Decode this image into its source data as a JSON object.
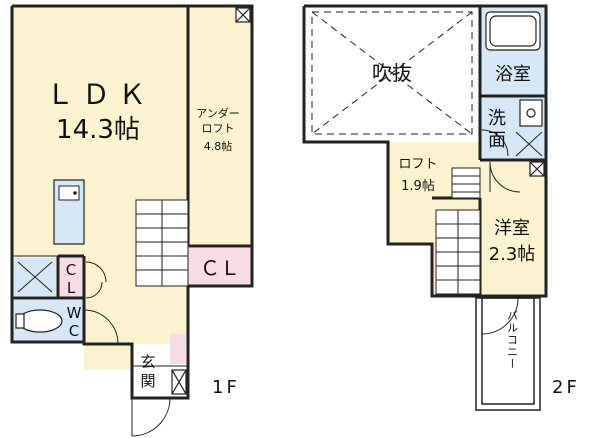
{
  "floor1": {
    "label": "1F",
    "ldk": {
      "name": "ＬＤＫ",
      "size": "14.3帖"
    },
    "under_loft": {
      "line1": "アンダー",
      "line2": "ロフト",
      "size": "4.8帖"
    },
    "closet_large": "ＣＬ",
    "closet_small": {
      "line1": "C",
      "line2": "L"
    },
    "wc": {
      "line1": "W",
      "line2": "C"
    },
    "entrance": {
      "line1": "玄",
      "line2": "関"
    }
  },
  "floor2": {
    "label": "2F",
    "atrium": "吹抜",
    "bath": "浴室",
    "washroom": {
      "line1": "洗",
      "line2": "面"
    },
    "loft": {
      "name": "ロフト",
      "size": "1.9帖"
    },
    "western_room": {
      "name": "洋室",
      "size": "2.3帖"
    },
    "balcony": "バルコニー"
  },
  "colors": {
    "living": "#fbf3cf",
    "wet_area": "#d6e7f5",
    "closet": "#f7dde3",
    "wall": "#222222",
    "background": "#ffffff"
  }
}
